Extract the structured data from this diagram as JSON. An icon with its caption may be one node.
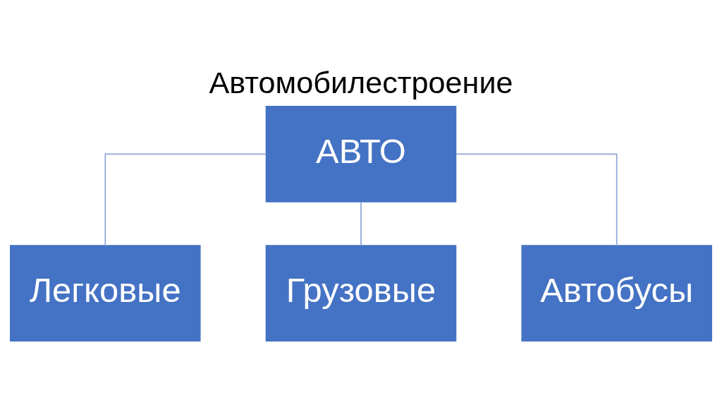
{
  "diagram": {
    "title": "Автомобилестроение",
    "nodes": [
      {
        "text": [
          "АВТО"
        ]
      },
      {
        "text": [
          "Легковые"
        ]
      },
      {
        "text": [
          "Грузовые"
        ]
      },
      {
        "text": [
          "Автобусы"
        ]
      }
    ],
    "edges": [
      {
        "from": 0,
        "to": 1,
        "arrow": "none"
      },
      {
        "from": 0,
        "to": 2,
        "arrow": "none"
      },
      {
        "from": 0,
        "to": 3,
        "arrow": "none"
      }
    ]
  }
}
